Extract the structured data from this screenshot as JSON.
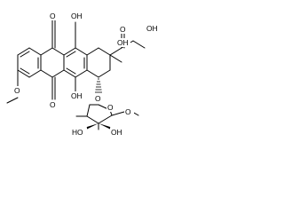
{
  "labels": {
    "o_quinone_top": "O",
    "oh_top_ring": "OH",
    "o_ketone": "O",
    "oh_terminal": "OH",
    "oh_tertiary": "OH",
    "o_methoxy_aromatic": "O",
    "oh_bottom_ring": "OH",
    "o_quinone_bottom": "O",
    "o_glycoside": "O",
    "o_sugar_ring": "O",
    "o_methoxy_sugar": "O",
    "ho_sugar_left": "HO",
    "oh_sugar_right": "OH"
  }
}
